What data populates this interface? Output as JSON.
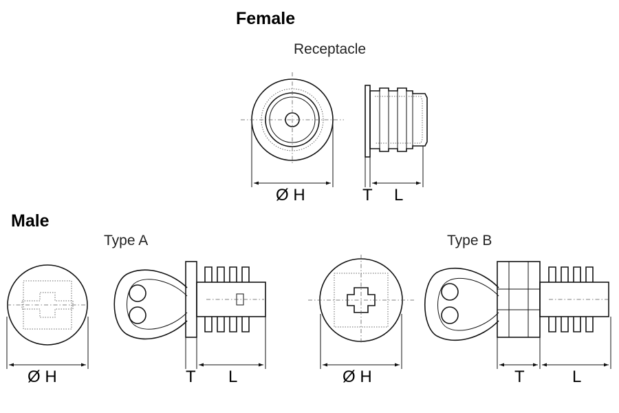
{
  "female": {
    "heading": "Female",
    "receptacle_label": "Receptacle",
    "dim_diameter": "Ø H",
    "dim_t": "T",
    "dim_l": "L"
  },
  "male": {
    "heading": "Male",
    "type_a": {
      "label": "Type A",
      "dim_diameter": "Ø H",
      "dim_t": "T",
      "dim_l": "L"
    },
    "type_b": {
      "label": "Type B",
      "dim_diameter": "Ø H",
      "dim_t": "T",
      "dim_l": "L"
    }
  },
  "colors": {
    "line": "#111111",
    "background": "#ffffff"
  }
}
